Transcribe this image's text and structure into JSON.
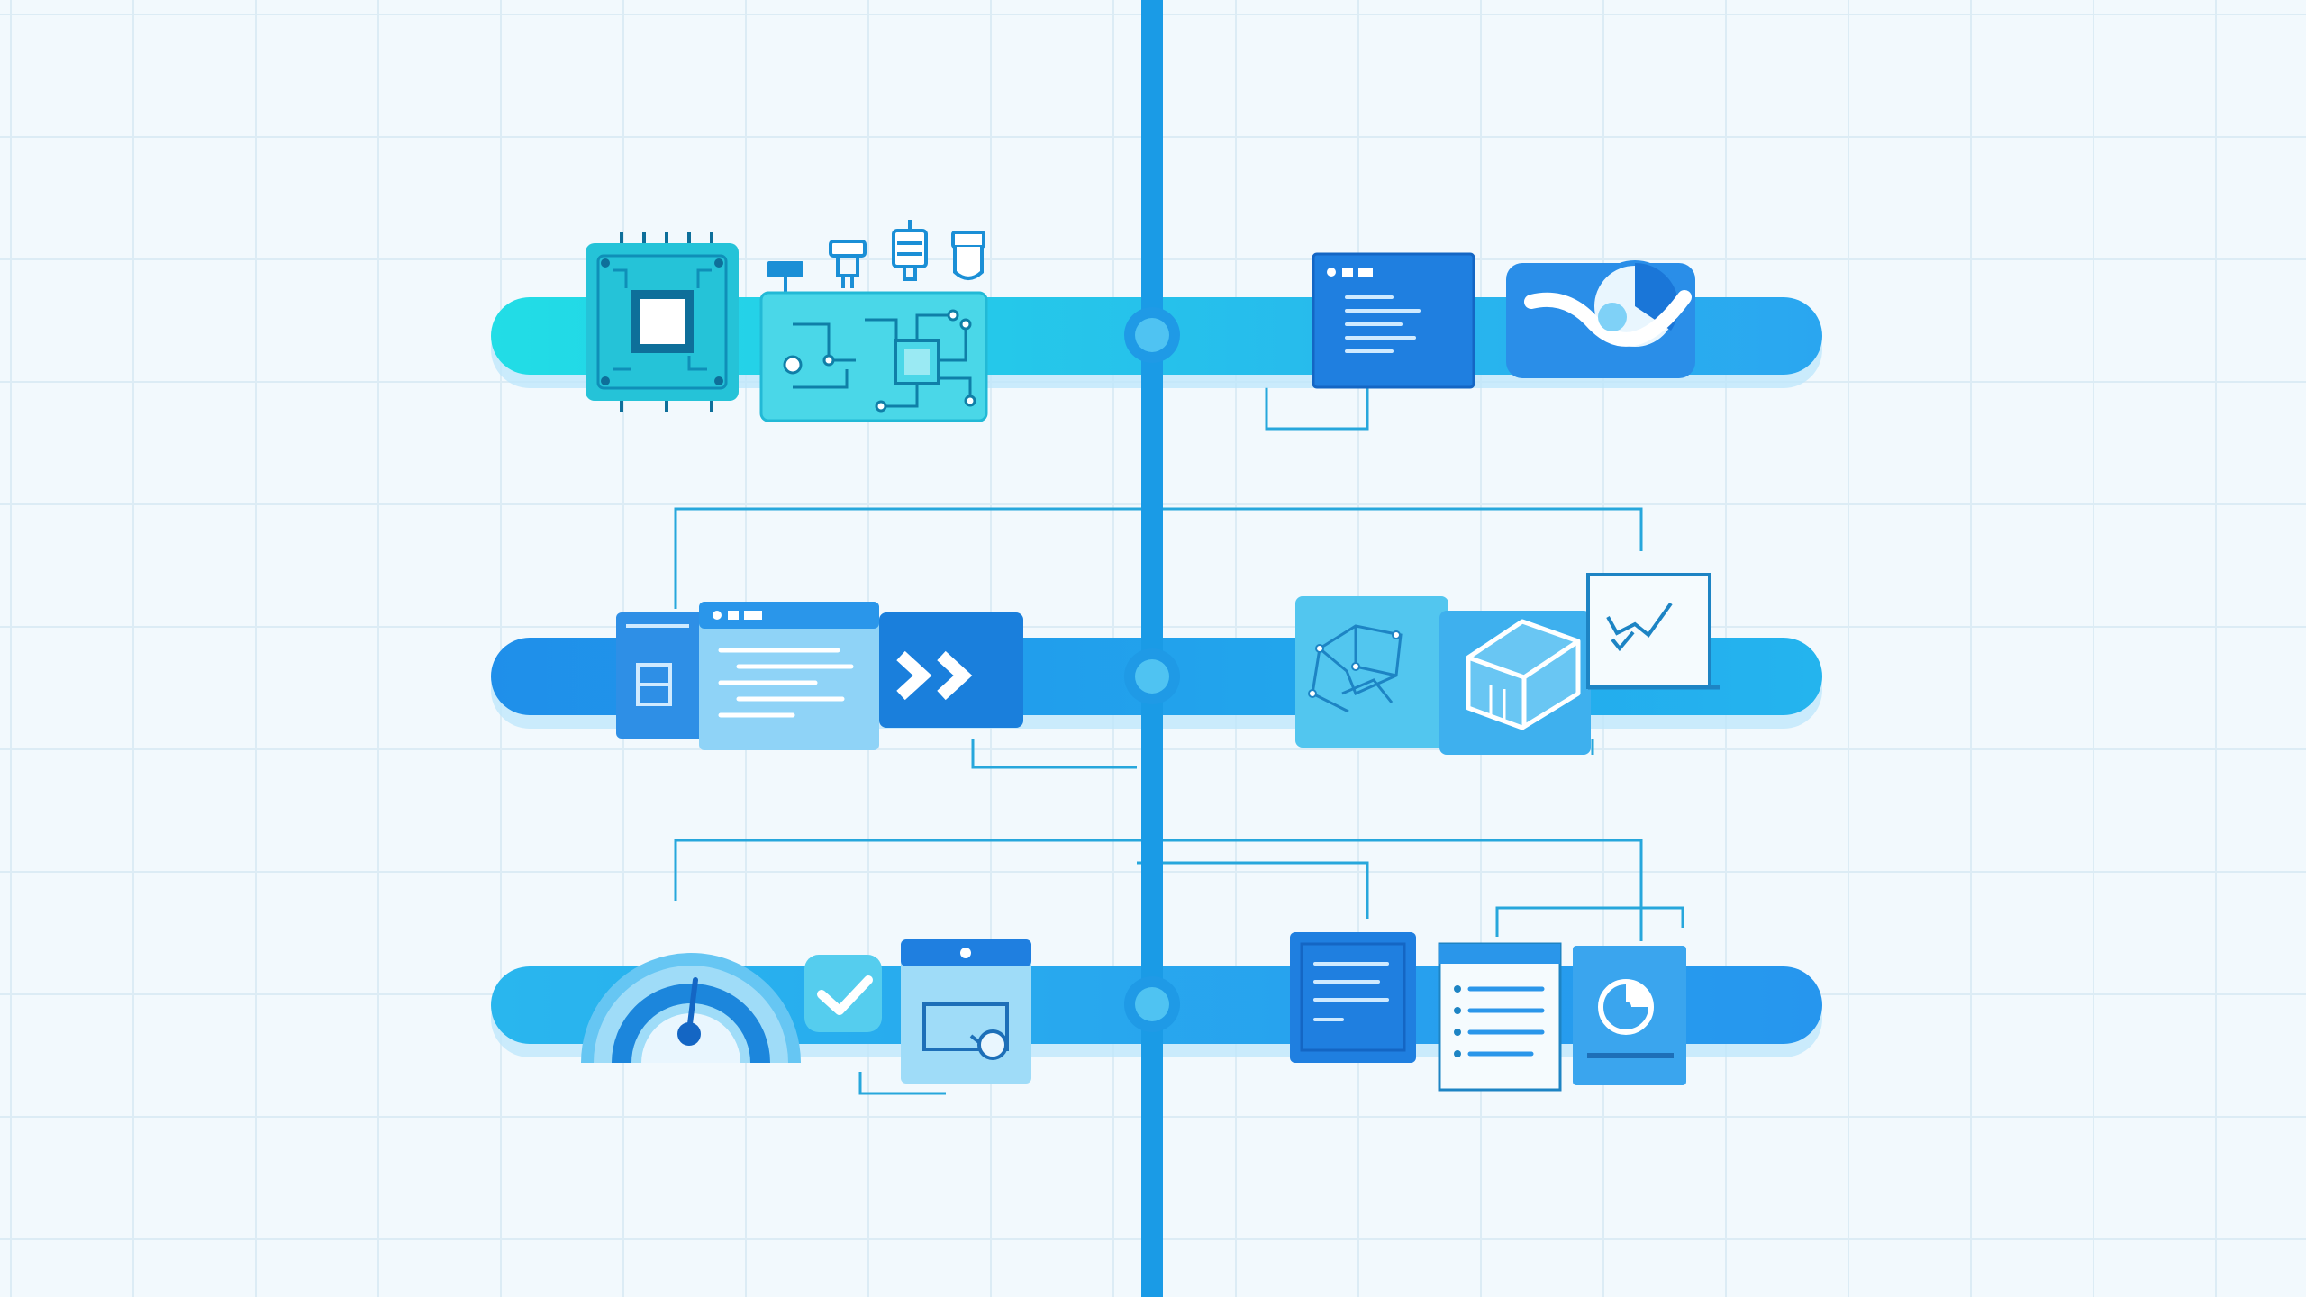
{
  "colors": {
    "background": "#f2f9fd",
    "grid": "#dcecf5",
    "spine": "#1a9be6",
    "connector": "#27a7dc",
    "rail_top": [
      "#22dde6",
      "#2aa6f0"
    ],
    "rail_middle": [
      "#1f8fea",
      "#24b4ee"
    ],
    "rail_bottom": [
      "#29b6ee",
      "#2696ee"
    ],
    "tile_dark": "#1f7fe0",
    "tile_mid": "#2ea3ee",
    "tile_light": "#8fd3f7",
    "tile_teal": "#2fd6e0",
    "paper": "#f5fbfe"
  },
  "rows": [
    {
      "id": "top",
      "left_icons": [
        "circuit-board-chip-icon",
        "component-connector-icon",
        "component-resistor-icon",
        "component-capacitor-icon",
        "component-sensor-icon",
        "circuit-panel-icon"
      ],
      "right_icons": [
        "code-window-icon",
        "chart-swoosh-icon"
      ]
    },
    {
      "id": "middle",
      "left_icons": [
        "sidebar-panel-icon",
        "code-editor-window-icon",
        "fast-forward-icon"
      ],
      "right_icons": [
        "3d-shape-icon",
        "3d-box-icon",
        "check-chart-icon"
      ]
    },
    {
      "id": "bottom",
      "left_icons": [
        "speedometer-gauge-icon",
        "checkmark-badge-icon",
        "calendar-window-icon"
      ],
      "right_icons": [
        "text-document-icon",
        "list-document-icon",
        "pie-chart-icon"
      ]
    }
  ]
}
